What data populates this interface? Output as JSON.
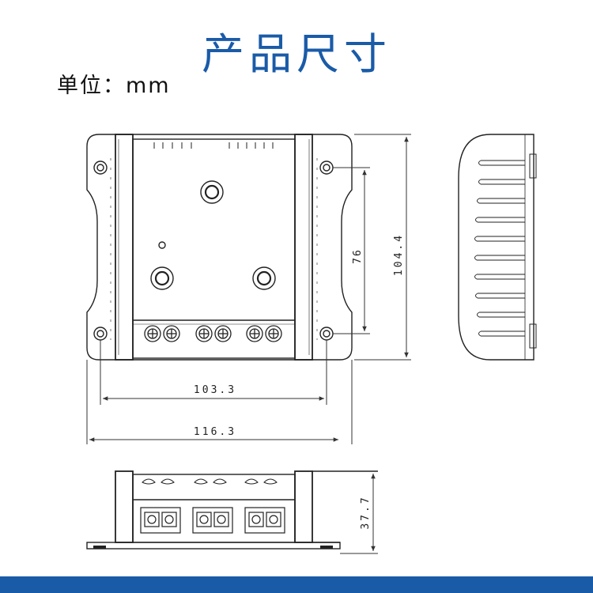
{
  "header": {
    "title": "产品尺寸",
    "unit_label": "单位：mm"
  },
  "dimensions": {
    "inner_width": "103.3",
    "outer_width": "116.3",
    "hole_spacing": "76",
    "outer_height": "104.4",
    "depth": "37.7"
  },
  "colors": {
    "title": "#1a5ba8",
    "band": "#1a5ba8",
    "line": "#222222"
  }
}
